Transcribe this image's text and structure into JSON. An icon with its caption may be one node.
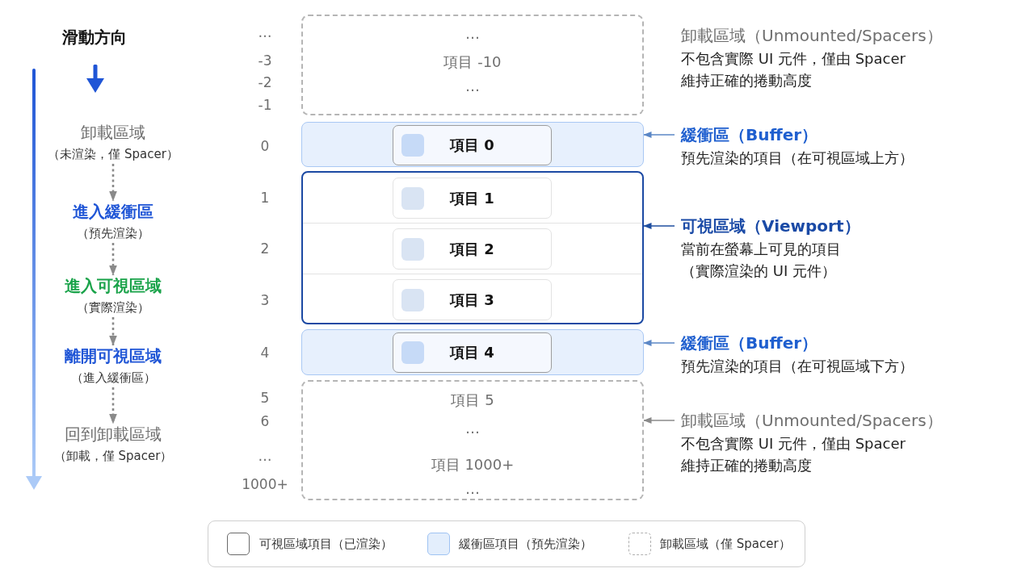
{
  "diagram": {
    "nodes": [
      {
        "text": [
          "卸載區域",
          "（未渲染，僅 Spacer）"
        ]
      },
      {
        "text": [
          "進入緩衝區",
          "（預先渲染）"
        ]
      },
      {
        "text": [
          "進入可視區域",
          "（實際渲染）"
        ]
      },
      {
        "text": [
          "離開可視區域",
          "（進入緩衝區）"
        ]
      },
      {
        "text": [
          "回到卸載區域",
          "（卸載，僅 Spacer）"
        ]
      },
      {
        "text": [
          "…",
          "項目 -10",
          "…"
        ],
        "beside": [
          "卸載區域（Unmounted/Spacers）",
          "不包含實際 UI 元件，僅由 Spacer 維持正確的捲動高度"
        ]
      },
      {
        "text": [],
        "shape": "box"
      },
      {
        "text": [
          "項目 0"
        ],
        "in": 6
      },
      {
        "text": [],
        "shape": "box"
      },
      {
        "text": [
          "項目 1"
        ],
        "in": 8
      },
      {
        "text": [
          "項目 2"
        ],
        "in": 8
      },
      {
        "text": [
          "項目 3"
        ],
        "in": 8
      },
      {
        "text": [],
        "shape": "box"
      },
      {
        "text": [
          "項目 4"
        ],
        "in": 12
      },
      {
        "text": [
          "項目 5",
          "…",
          "項目 1000+",
          "…"
        ]
      },
      {
        "text": [
          "緩衝區（Buffer）",
          "預先渲染的項目（在可視區域上方）"
        ]
      },
      {
        "text": [
          "可視區域（Viewport）",
          "當前在螢幕上可見的項目（實際渲染的 UI 元件）"
        ]
      },
      {
        "text": [
          "緩衝區（Buffer）",
          "預先渲染的項目（在可視區域下方）"
        ]
      },
      {
        "text": [
          "卸載區域（Unmounted/Spacers）",
          "不包含實際 UI 元件，僅由 Spacer 維持正確的捲動高度"
        ]
      }
    ],
    "edges": [
      {
        "from": 0,
        "to": 1,
        "arrow": "to",
        "style": "dashed"
      },
      {
        "from": 1,
        "to": 2,
        "arrow": "to",
        "style": "dashed"
      },
      {
        "from": 2,
        "to": 3,
        "arrow": "to",
        "style": "dashed"
      },
      {
        "from": 3,
        "to": 4,
        "arrow": "to",
        "style": "dashed"
      },
      {
        "from": 15,
        "to": 6,
        "arrow": "to",
        "color": "#5b87c6"
      },
      {
        "from": 16,
        "to": 8,
        "arrow": "to",
        "color": "#1f4e9f"
      },
      {
        "from": 17,
        "to": 12,
        "arrow": "to",
        "color": "#5b87c6"
      },
      {
        "from": 18,
        "to": 14,
        "arrow": "to"
      }
    ],
    "labels": [
      "滑動方向",
      "…",
      "-3",
      "-2",
      "-1",
      "0",
      "1",
      "2",
      "3",
      "4",
      "5",
      "6",
      "…",
      "1000+"
    ],
    "legend": [
      {
        "text": "可視區域項目（已渲染）"
      },
      {
        "text": "緩衝區項目（預先渲染）",
        "color": "#e3eefc"
      },
      {
        "text": "卸載區域（僅 Spacer）"
      }
    ]
  }
}
